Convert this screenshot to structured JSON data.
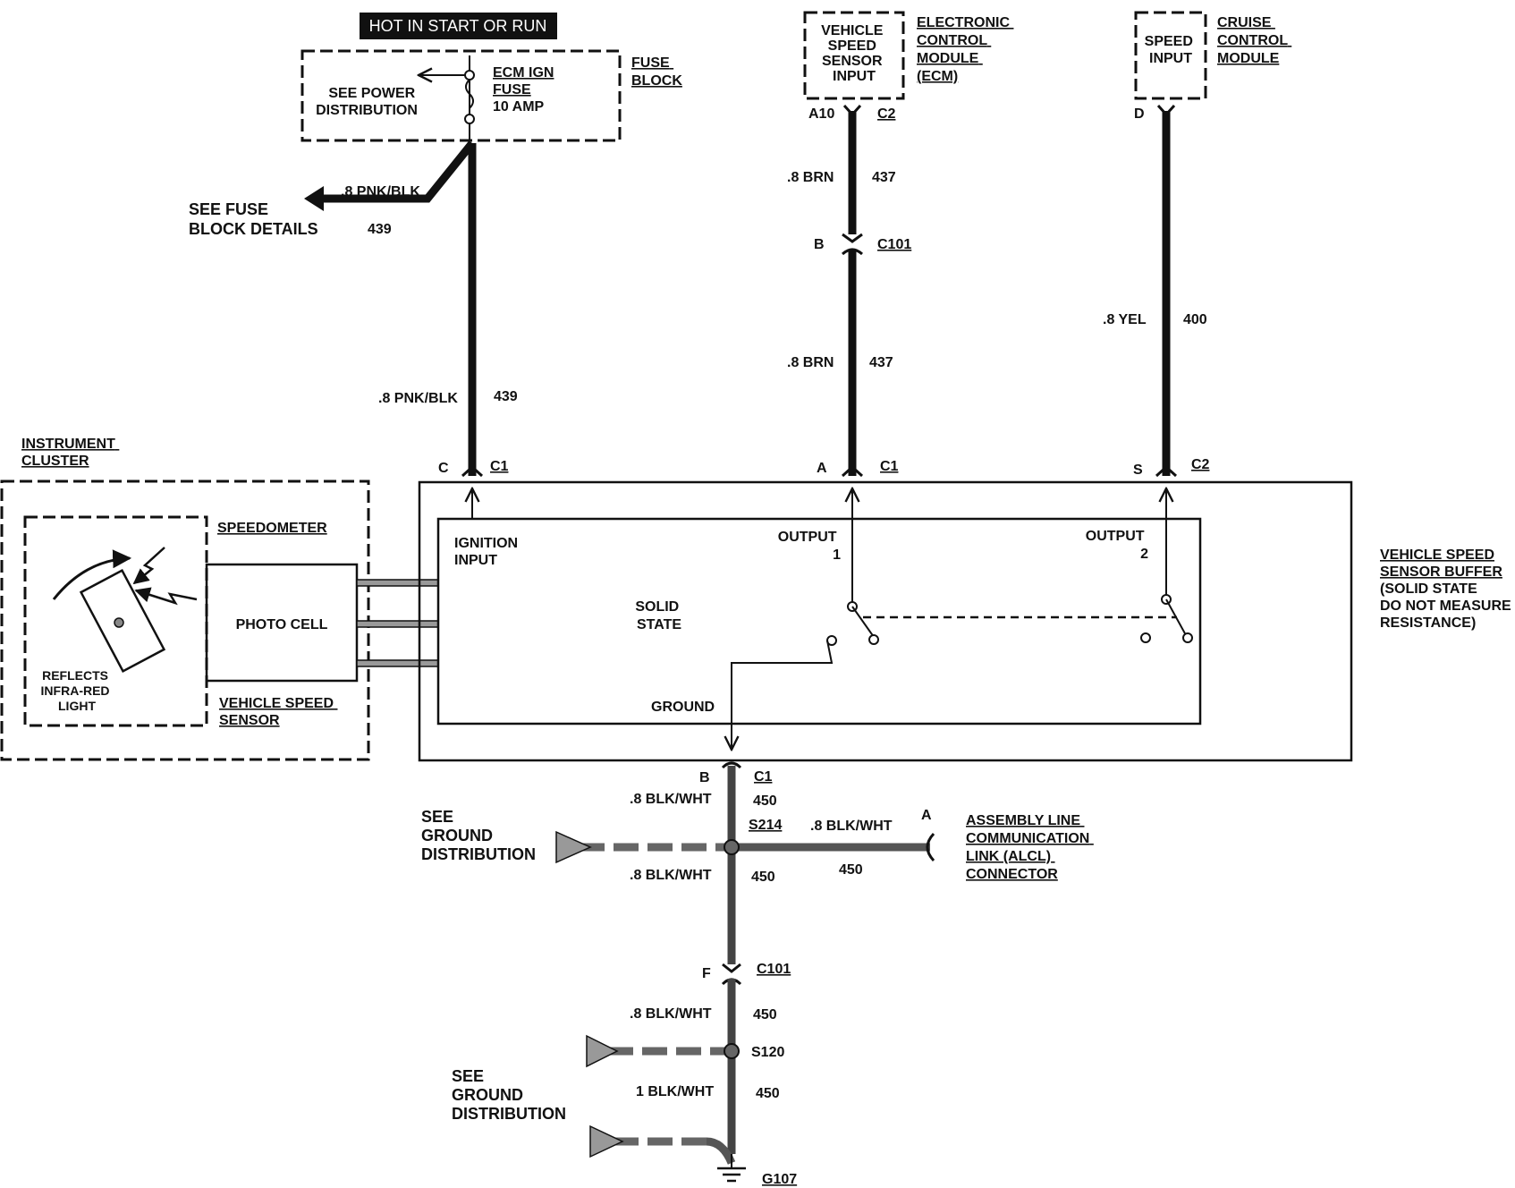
{
  "banner": "HOT IN START OR RUN",
  "fuse_block": {
    "see_power": [
      "SEE POWER",
      "DISTRIBUTION"
    ],
    "fuse": [
      "ECM IGN",
      "FUSE",
      "10 AMP"
    ],
    "title": [
      "FUSE",
      "BLOCK"
    ]
  },
  "fuse_details": {
    "ref": [
      "SEE FUSE",
      "BLOCK DETAILS"
    ],
    "wire": ".8 PNK/BLK",
    "circuit": "439"
  },
  "ecm": {
    "box": [
      "VEHICLE",
      "SPEED",
      "SENSOR",
      "INPUT"
    ],
    "title": [
      "ELECTRONIC",
      "CONTROL",
      "MODULE",
      "(ECM)"
    ],
    "pin": "A10",
    "connector": "C2"
  },
  "cruise": {
    "box": [
      "SPEED",
      "INPUT"
    ],
    "title": [
      "CRUISE",
      "CONTROL",
      "MODULE"
    ],
    "pin": "D"
  },
  "wires": {
    "pnk_upper": {
      "color": ".8 PNK/BLK",
      "circuit": "439"
    },
    "brn_upper": {
      "color": ".8 BRN",
      "circuit": "437"
    },
    "c101_pin": "B",
    "c101": "C101",
    "brn_lower": {
      "color": ".8 BRN",
      "circuit": "437"
    },
    "yel": {
      "color": ".8 YEL",
      "circuit": "400"
    }
  },
  "buffer_pins": {
    "c_pin": "C",
    "c_conn": "C1",
    "a_pin": "A",
    "a_conn": "C1",
    "s_pin": "S",
    "s_conn": "C2"
  },
  "cluster": {
    "title": [
      "INSTRUMENT",
      "CLUSTER"
    ],
    "speedometer": "SPEEDOMETER",
    "photocell": "PHOTO CELL",
    "reflects": [
      "REFLECTS",
      "INFRA-RED",
      "LIGHT"
    ],
    "vss": [
      "VEHICLE SPEED",
      "SENSOR"
    ]
  },
  "buffer": {
    "ignition": [
      "IGNITION",
      "INPUT"
    ],
    "output1": [
      "OUTPUT",
      "1"
    ],
    "output2": [
      "OUTPUT",
      "2"
    ],
    "solid": [
      "SOLID",
      "STATE"
    ],
    "ground": "GROUND",
    "title": [
      "VEHICLE SPEED",
      "SENSOR BUFFER",
      "(SOLID STATE",
      "DO NOT MEASURE",
      "RESISTANCE)"
    ]
  },
  "ground_circuit": {
    "b_pin": "B",
    "c1": "C1",
    "w1": ".8 BLK/WHT",
    "c1n": "450",
    "see_ground_1": [
      "SEE",
      "GROUND",
      "DISTRIBUTION"
    ],
    "s214": "S214",
    "alcl_wire": ".8 BLK/WHT",
    "alcl_circuit": "450",
    "alcl_pin": "A",
    "alcl": [
      "ASSEMBLY LINE",
      "COMMUNICATION",
      "LINK  (ALCL)",
      "CONNECTOR"
    ],
    "w2": ".8 BLK/WHT",
    "c2n": "450",
    "f_pin": "F",
    "c101": "C101",
    "w3": ".8 BLK/WHT",
    "c3n": "450",
    "s120": "S120",
    "see_ground_2": [
      "SEE",
      "GROUND",
      "DISTRIBUTION"
    ],
    "w4": "1 BLK/WHT",
    "c4n": "450",
    "g107": "G107"
  }
}
